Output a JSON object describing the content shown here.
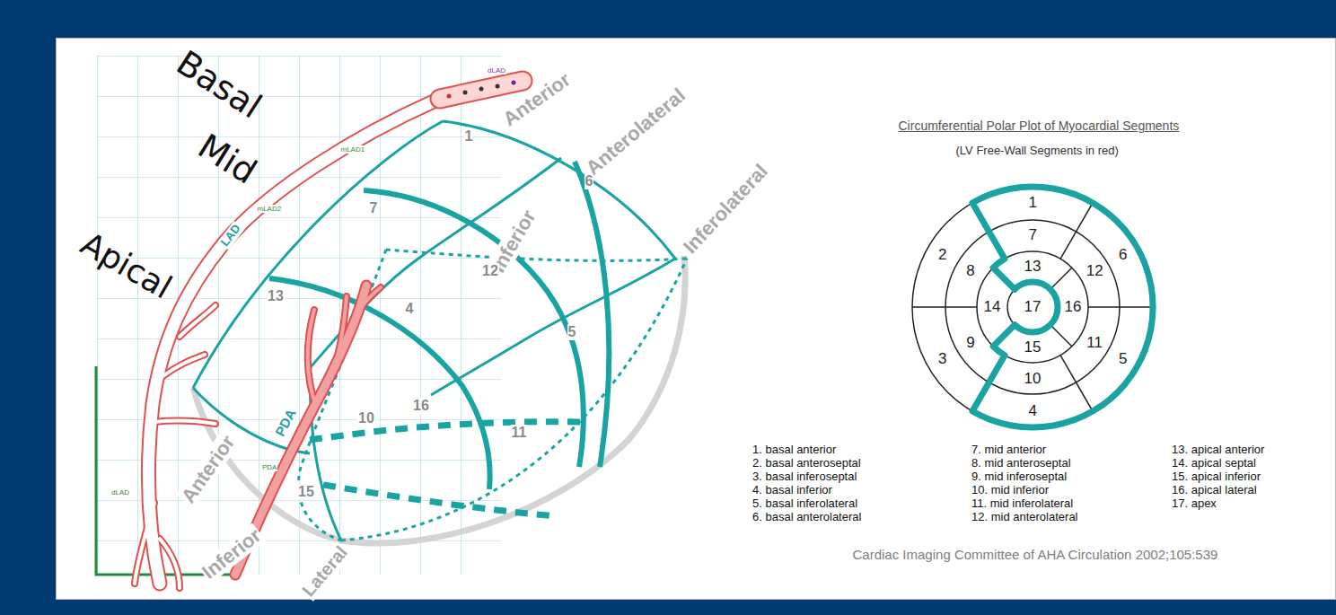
{
  "diagram": {
    "title": "Circumferential Polar Plot of Myocardial Segments",
    "caption": "Cardiac Imaging Committee of AHA Circulation 2002;105:539",
    "labels": [
      "Basal",
      "Mid",
      "Apical",
      "dLAD",
      "mLAD1",
      "mLAD2",
      "LAD",
      "dLAD",
      "PDA",
      "PDA",
      "Anterior",
      "Anterolateral",
      "Inferolateral",
      "Inferior",
      "Anterior",
      "Inferior",
      "Lateral",
      "1",
      "7",
      "6",
      "13",
      "12",
      "4",
      "5",
      "10",
      "16",
      "11",
      "15",
      "(LV Free-Wall Segments in red)",
      "1",
      "2",
      "3",
      "4",
      "5",
      "6",
      "7",
      "8",
      "9",
      "10",
      "11",
      "12",
      "13",
      "14",
      "15",
      "16",
      "17",
      "1. basal anterior",
      "2. basal anteroseptal",
      "3. basal inferoseptal",
      "4. basal inferior",
      "5. basal inferolateral",
      "6. basal anterolateral",
      "7. mid anterior",
      "8. mid anteroseptal",
      "9. mid inferoseptal",
      "10. mid inferior",
      "11. mid inferolateral",
      "12. mid anterolateral",
      "13. apical anterior",
      "14. apical septal",
      "15. apical inferior",
      "16. apical lateral",
      "17. apex"
    ]
  }
}
